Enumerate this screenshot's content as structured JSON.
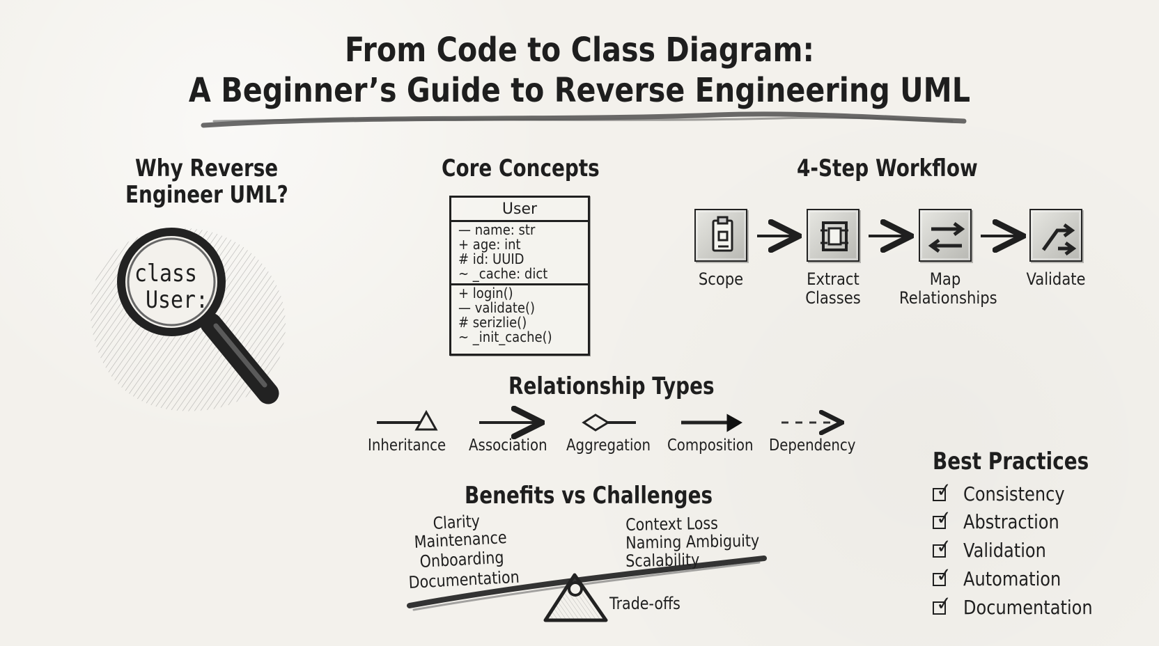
{
  "title": {
    "line1": "From Code to Class Diagram:",
    "line2": "A Beginner’s Guide to Reverse Engineering UML"
  },
  "sections": {
    "why": {
      "heading_line1": "Why Reverse",
      "heading_line2": "Engineer UML?",
      "magnifier_line1": "class",
      "magnifier_line2": "User:"
    },
    "core": {
      "heading": "Core Concepts",
      "class_name": "User",
      "attributes": [
        "— name: str",
        "+ age: int",
        "# id: UUID",
        "~ _cache: dict"
      ],
      "methods": [
        "+ login()",
        "— validate()",
        "# serizlie()",
        "~ _init_cache()"
      ]
    },
    "workflow": {
      "heading": "4-Step Workflow",
      "steps": [
        {
          "label": "Scope",
          "icon": "clipboard-icon"
        },
        {
          "label": "Extract\nClasses",
          "icon": "extract-classes-icon"
        },
        {
          "label": "Map\nRelationships",
          "icon": "relationship-arrows-icon"
        },
        {
          "label": "Validate",
          "icon": "validation-arrows-icon"
        }
      ]
    },
    "relationships": {
      "heading": "Relationship Types",
      "types": [
        {
          "label": "Inheritance",
          "icon": "inheritance-arrow-icon"
        },
        {
          "label": "Association",
          "icon": "association-arrow-icon"
        },
        {
          "label": "Aggregation",
          "icon": "aggregation-arrow-icon"
        },
        {
          "label": "Composition",
          "icon": "composition-arrow-icon"
        },
        {
          "label": "Dependency",
          "icon": "dependency-arrow-icon"
        }
      ]
    },
    "benefits": {
      "heading": "Benefits vs Challenges",
      "benefits": [
        "Clarity",
        "Maintenance",
        "Onboarding",
        "Documentation"
      ],
      "challenges": [
        "Context Loss",
        "Naming Ambiguity",
        "Scalability"
      ],
      "tradeoff_label": "Trade-offs"
    },
    "best_practices": {
      "heading": "Best Practices",
      "items": [
        "Consistency",
        "Abstraction",
        "Validation",
        "Automation",
        "Documentation"
      ],
      "check_symbol": "✓"
    }
  },
  "colors": {
    "background": "#f3f1ec",
    "ink": "#1f1f1f",
    "shade": "#777777",
    "icon_fill": "#d2d2cc"
  }
}
